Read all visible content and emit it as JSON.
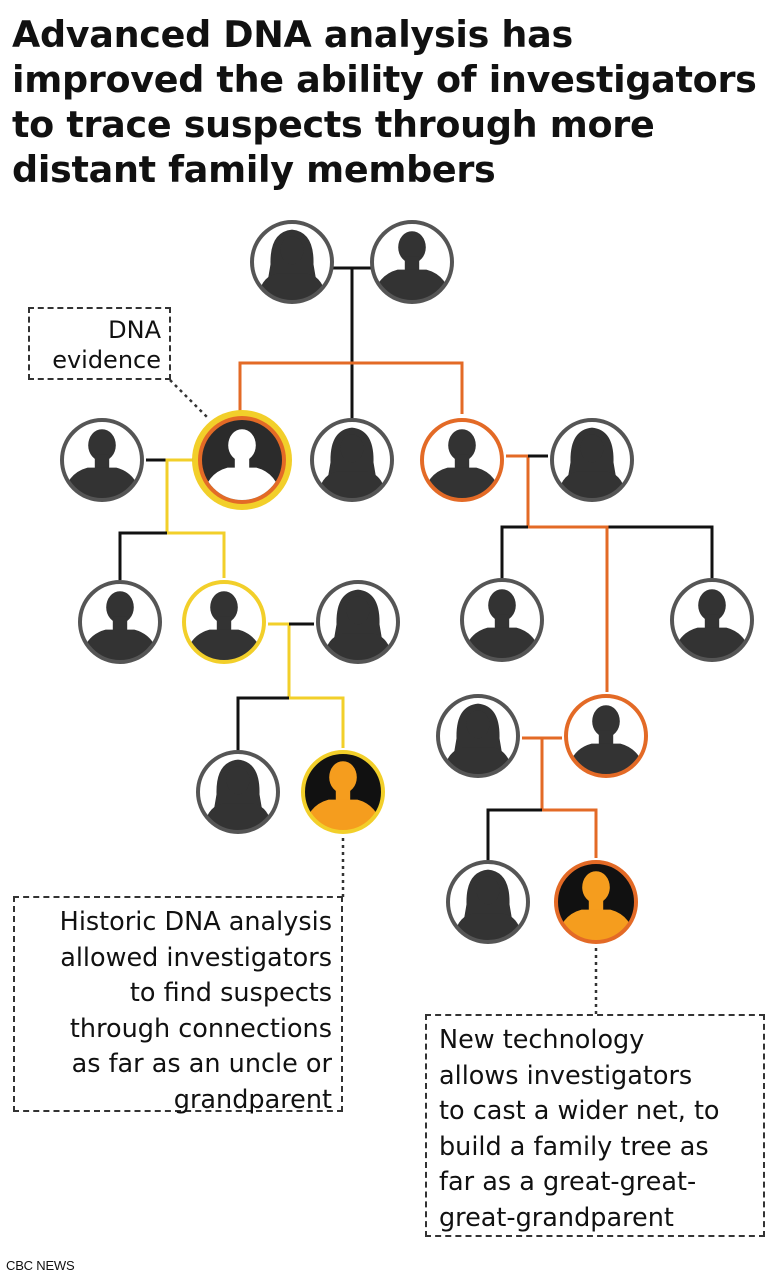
{
  "title_lines": [
    "Advanced DNA analysis has",
    "improved the ability of investigators",
    "to trace suspects through more",
    "distant family members"
  ],
  "dna_label_lines": [
    "DNA",
    "evidence"
  ],
  "historic_note_lines": [
    "Historic DNA analysis",
    "allowed investigators",
    "to find suspects",
    "through connections",
    "as far as an uncle or",
    "grandparent"
  ],
  "new_note_lines": [
    "New technology",
    "allows investigators",
    "to cast a wider net, to",
    "build a family tree as",
    "far as a great-great-",
    "great-grandparent"
  ],
  "credit": "CBC NEWS",
  "colors": {
    "historic_path": "#f2cf2a",
    "new_path": "#e36a26",
    "suspect_fill": "#f59d1e",
    "silhouette": "#333333",
    "ring": "#555555",
    "connector": "#111111"
  },
  "people": [
    {
      "id": "ancestor-woman",
      "generation": 0,
      "role": "ancestor"
    },
    {
      "id": "ancestor-man",
      "generation": 0,
      "role": "ancestor"
    },
    {
      "id": "spouse-of-dna-source",
      "generation": 1,
      "role": "relative"
    },
    {
      "id": "dna-evidence-source",
      "generation": 1,
      "role": "dna-source"
    },
    {
      "id": "middle-sibling-woman",
      "generation": 1,
      "role": "relative"
    },
    {
      "id": "right-sibling-man",
      "generation": 1,
      "role": "new-path"
    },
    {
      "id": "spouse-of-right-sibling",
      "generation": 1,
      "role": "relative"
    },
    {
      "id": "child-left",
      "generation": 2,
      "role": "relative"
    },
    {
      "id": "child-yellow",
      "generation": 2,
      "role": "historic-path"
    },
    {
      "id": "spouse-of-child-yellow",
      "generation": 2,
      "role": "relative"
    },
    {
      "id": "child-right-a",
      "generation": 2,
      "role": "relative"
    },
    {
      "id": "child-right-b",
      "generation": 2,
      "role": "relative"
    },
    {
      "id": "spouse-of-child-orange",
      "generation": 3,
      "role": "relative"
    },
    {
      "id": "child-orange",
      "generation": 3,
      "role": "new-path"
    },
    {
      "id": "grandchild-left",
      "generation": 3,
      "role": "relative"
    },
    {
      "id": "historic-suspect",
      "generation": 3,
      "role": "suspect"
    },
    {
      "id": "great-grandchild-left",
      "generation": 4,
      "role": "relative"
    },
    {
      "id": "new-tech-suspect",
      "generation": 4,
      "role": "suspect"
    }
  ]
}
